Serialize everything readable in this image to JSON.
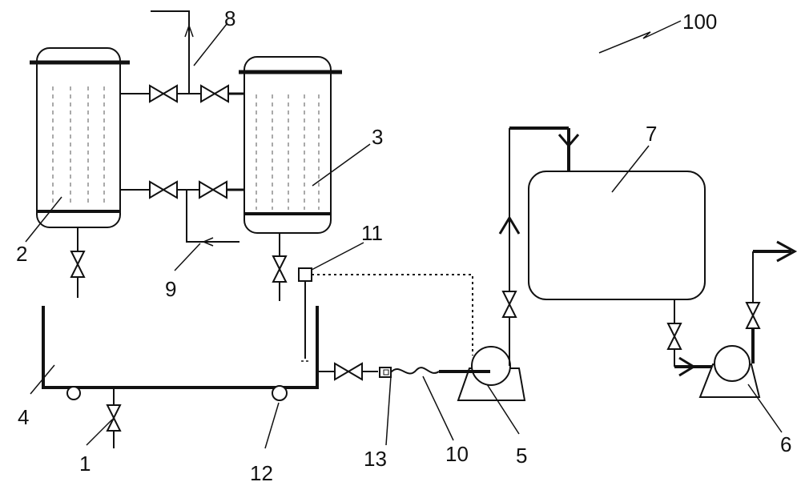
{
  "labels": {
    "l1": "1",
    "l2": "2",
    "l3": "3",
    "l4": "4",
    "l5": "5",
    "l6": "6",
    "l7": "7",
    "l8": "8",
    "l9": "9",
    "l10": "10",
    "l11": "11",
    "l12": "12",
    "l13": "13",
    "l100": "100"
  },
  "colors": {
    "line": "#111111",
    "background": "#ffffff"
  }
}
